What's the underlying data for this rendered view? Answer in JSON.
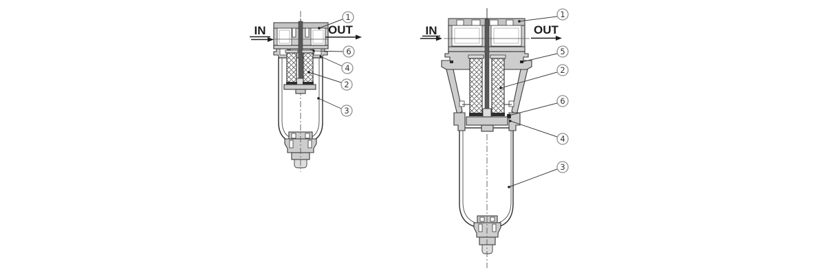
{
  "colors": {
    "background": "#ffffff",
    "line": "#383838",
    "body_fill": "#cdcdcd",
    "stem_fill": "#585858",
    "seal_fill": "#2e2e2e",
    "callout_ring": "#8f8f8f",
    "text": "#1c1c1c"
  },
  "left_filter": {
    "in_label": "IN",
    "out_label": "OUT",
    "callouts": [
      "1",
      "6",
      "4",
      "2",
      "3"
    ]
  },
  "right_filter": {
    "in_label": "IN",
    "out_label": "OUT",
    "callouts": [
      "1",
      "5",
      "2",
      "6",
      "4",
      "3"
    ]
  }
}
